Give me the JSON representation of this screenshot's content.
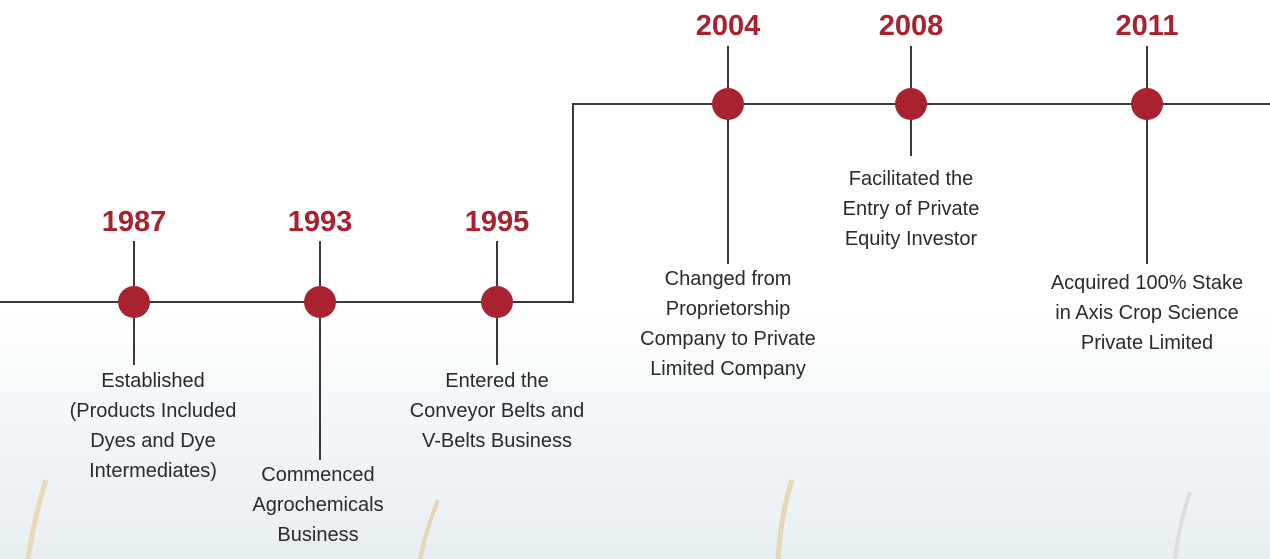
{
  "colors": {
    "accent": "#a8232f",
    "line": "#3a3a3a",
    "text": "#2b2b2b"
  },
  "milestones": [
    {
      "year": "1987",
      "text": "Established\n(Products Included\nDyes and Dye\nIntermediates)"
    },
    {
      "year": "1993",
      "text": "Commenced\nAgrochemicals\nBusiness"
    },
    {
      "year": "1995",
      "text": "Entered the\nConveyor Belts and\nV-Belts Business"
    },
    {
      "year": "2004",
      "text": "Changed from\nProprietorship\nCompany to Private\nLimited Company"
    },
    {
      "year": "2008",
      "text": "Facilitated the\nEntry of Private\nEquity Investor"
    },
    {
      "year": "2011",
      "text": "Acquired 100% Stake\nin Axis Crop Science\nPrivate Limited"
    }
  ]
}
